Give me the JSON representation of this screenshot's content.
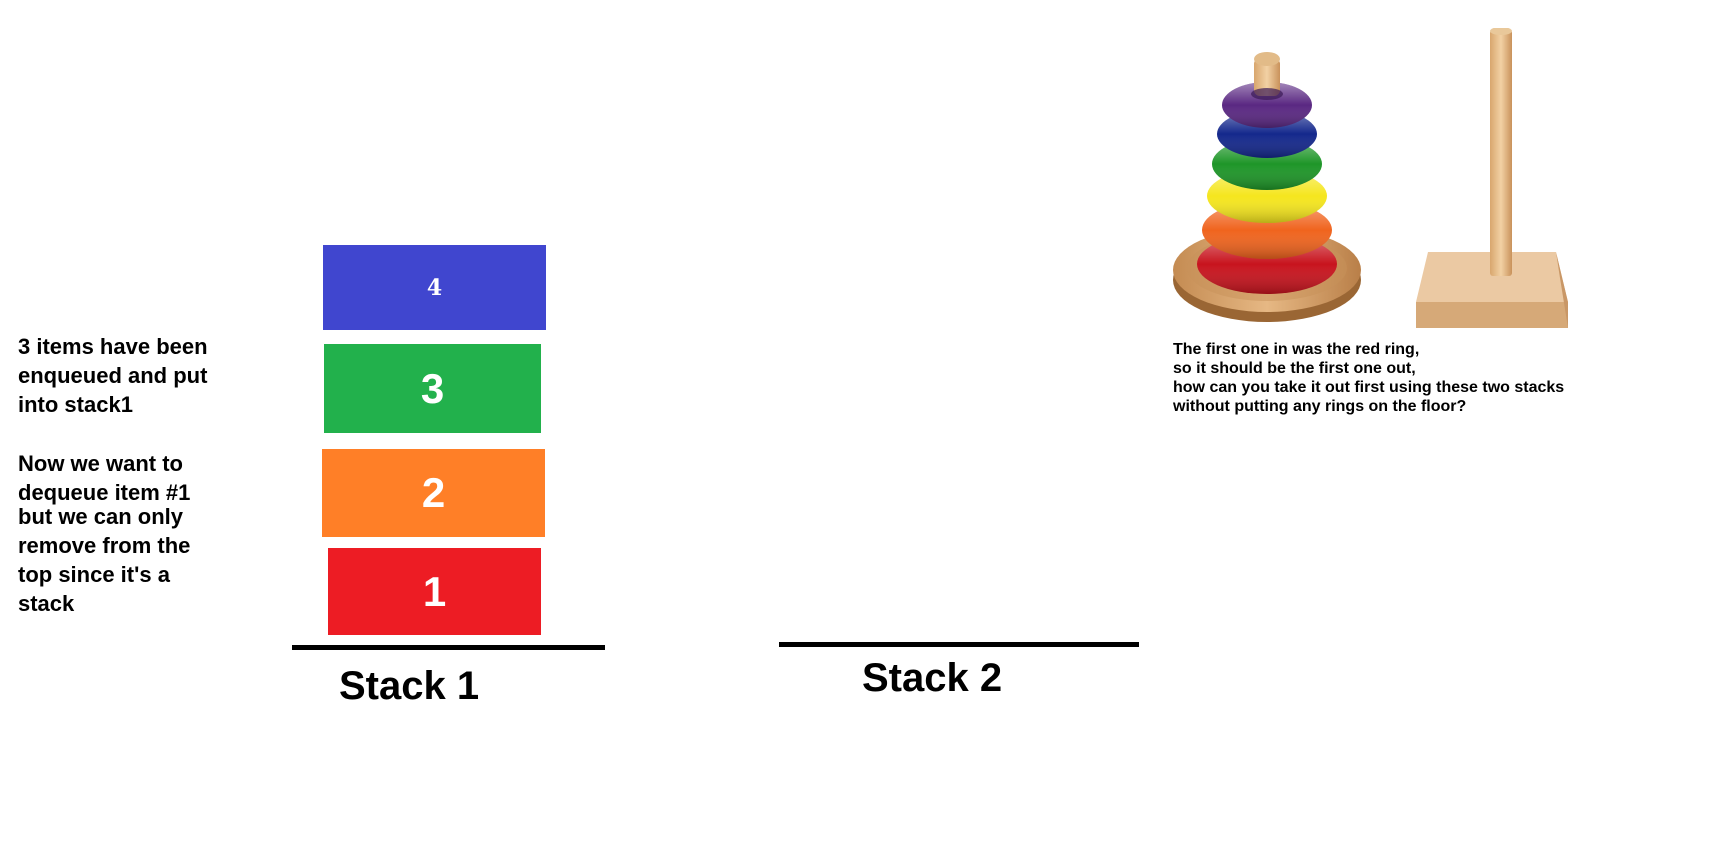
{
  "explanation": {
    "paragraph1": "3 items have been\nenqueued and put\ninto stack1",
    "paragraph2": "Now we want to\ndequeue item #1",
    "paragraph3": "but we can only\nremove from the\ntop since it's a\nstack"
  },
  "stack1": {
    "label": "Stack 1",
    "blocks": [
      {
        "label": "4",
        "color": "#4046CF"
      },
      {
        "label": "3",
        "color": "#22B14C"
      },
      {
        "label": "2",
        "color": "#FF7F27"
      },
      {
        "label": "1",
        "color": "#ED1C24"
      }
    ]
  },
  "stack2": {
    "label": "Stack 2"
  },
  "ring_photo": {
    "ring_colors": [
      "#C8141E",
      "#F0641E",
      "#F5E61E",
      "#1E9628",
      "#14288C",
      "#5A2882"
    ],
    "wood_color": "#D9A66E"
  },
  "question": "The first one in was the red ring,\nso it should be the first one out,\nhow can you take it out first using these two stacks\nwithout putting any rings on the floor?"
}
